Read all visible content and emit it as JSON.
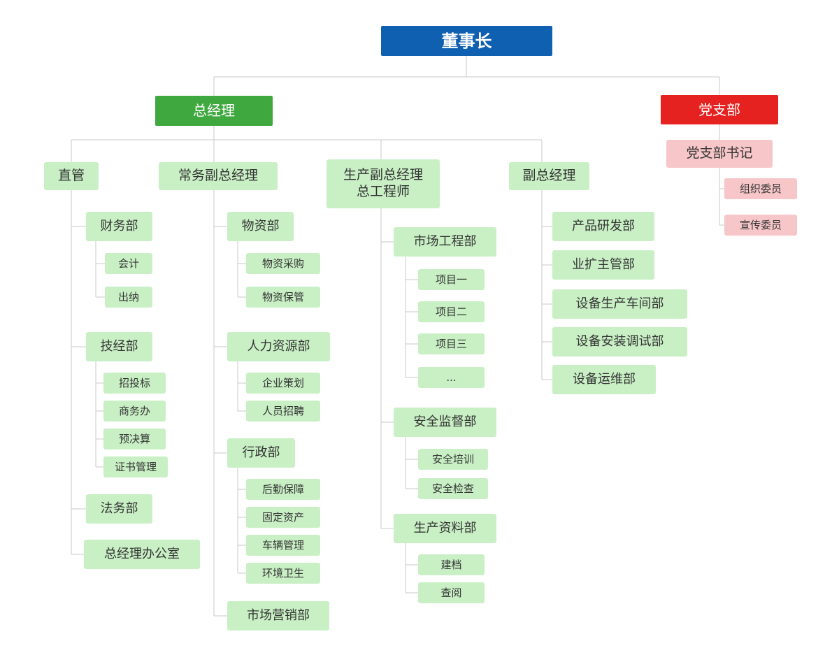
{
  "colors": {
    "chairman": "#1060b2",
    "gm": "#3fa83f",
    "party": "#e62220",
    "pink": "#f7c6c8",
    "green": "#c9f0c5",
    "line": "#c9c9c9",
    "dark": "#333333"
  },
  "nodes": {
    "chairman": "董事长",
    "gm": "总经理",
    "party": "党支部",
    "party_secretary": "党支部书记",
    "org_member": "组织委员",
    "publicity_member": "宣传委员",
    "direct_mgmt": "直管",
    "finance": "财务部",
    "accounting": "会计",
    "cashier": "出纳",
    "tech_econ": "技经部",
    "bidding": "招投标",
    "business_office": "商务办",
    "budget_final": "预决算",
    "cert_mgmt": "证书管理",
    "legal": "法务部",
    "gm_office": "总经理办公室",
    "exec_deputy_gm": "常务副总经理",
    "materials": "物资部",
    "materials_purchasing": "物资采购",
    "materials_storage": "物资保管",
    "hr": "人力资源部",
    "enterprise_planning": "企业策划",
    "recruiting": "人员招聘",
    "admin": "行政部",
    "logistics": "后勤保障",
    "fixed_assets": "固定资产",
    "vehicles": "车辆管理",
    "sanitation": "环境卫生",
    "marketing": "市场营销部",
    "prod_deputy_gm": "生产副总经理\n总工程师",
    "market_eng": "市场工程部",
    "project_1": "项目一",
    "project_2": "项目二",
    "project_3": "项目三",
    "project_more": "...",
    "safety": "安全监督部",
    "safety_training": "安全培训",
    "safety_inspection": "安全检查",
    "prod_materials": "生产资料部",
    "filing": "建档",
    "review": "查阅",
    "deputy_gm": "副总经理",
    "product_rd": "产品研发部",
    "business_expansion": "业扩主管部",
    "equip_production": "设备生产车间部",
    "equip_install": "设备安装调试部",
    "equip_om": "设备运维部"
  }
}
